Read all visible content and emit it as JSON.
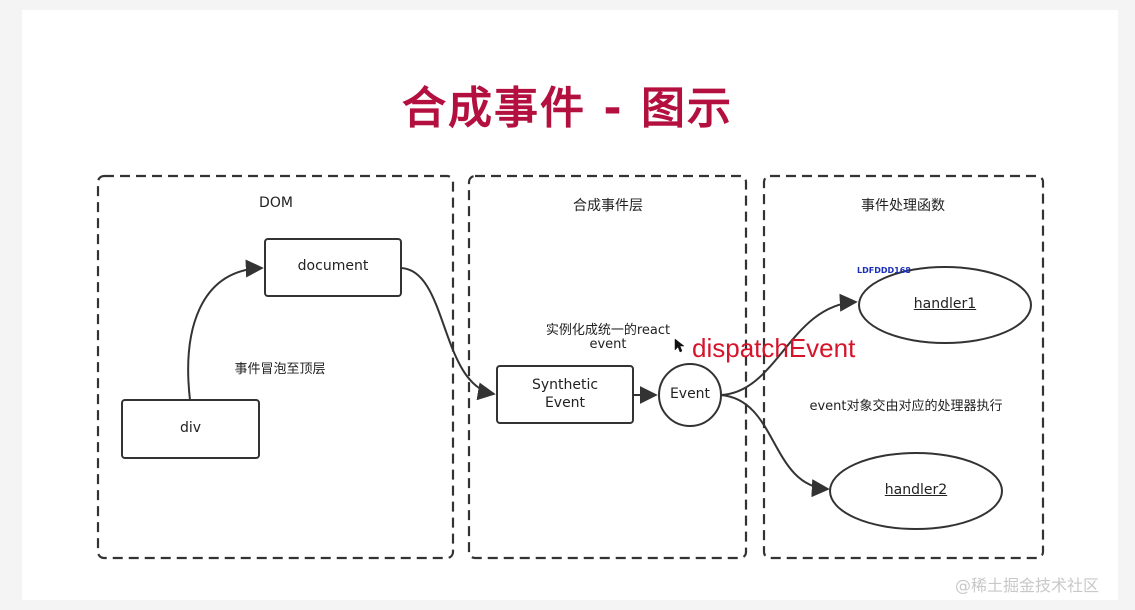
{
  "title": "合成事件 - 图示",
  "regions": {
    "dom": "DOM",
    "synthetic_layer": "合成事件层",
    "handlers": "事件处理函数"
  },
  "nodes": {
    "div": "div",
    "document": "document",
    "synthetic_event_line1": "Synthetic",
    "synthetic_event_line2": "Event",
    "event": "Event",
    "handler1": "handler1",
    "handler2": "handler2"
  },
  "notes": {
    "bubble": "事件冒泡至顶层",
    "instantiate_line1": "实例化成统一的react",
    "instantiate_line2": "event",
    "dispatch": "dispatchEvent",
    "assign": "event对象交由对应的处理器执行",
    "tag": "LDFDDD168"
  },
  "watermark": "@稀土掘金技术社区",
  "colors": {
    "title": "#b3103f",
    "dispatch": "#d6142a",
    "tag": "#1a2fb8",
    "stroke": "#333333"
  }
}
